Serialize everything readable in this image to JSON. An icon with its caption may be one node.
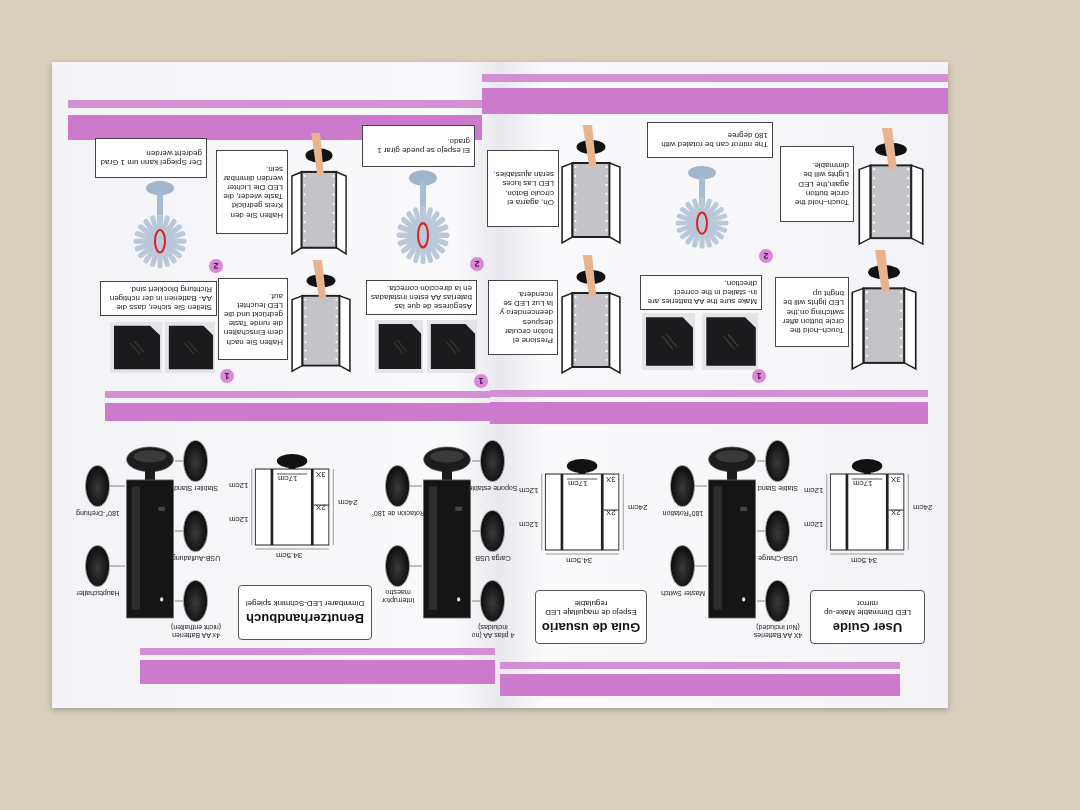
{
  "diagram": {
    "nodes": [
      {
        "text": [
          "Benutzerhandbuch",
          "Dimmbarer LED-Schmink spiegel"
        ]
      },
      {
        "text": [],
        "shape": "picture"
      },
      {
        "text": [],
        "shape": "picture",
        "beside": [
          "Stabiler Stand"
        ]
      },
      {
        "text": [],
        "shape": "picture",
        "beside": [
          "180°-Drehung"
        ]
      },
      {
        "text": [],
        "shape": "picture",
        "beside": [
          "USB-Aufladung"
        ]
      },
      {
        "text": [],
        "shape": "picture",
        "beside": [
          "Hauptschalter"
        ]
      },
      {
        "text": [],
        "shape": "picture",
        "beside": [
          "4x AA Batterien (nicht enthalten)"
        ]
      },
      {
        "text": [
          "1"
        ]
      },
      {
        "text": [
          "Stellen Sie sicher, dass die AA- Batterien in der richtigen Richtung blockiert sind."
        ]
      },
      {
        "text": [
          "2"
        ]
      },
      {
        "text": [
          "Der Spiegel kann um 1 Grad gedreht werden"
        ]
      },
      {
        "text": [
          "Halten Sie nach dem Einschalten die runde Taste gedrückt und die LED leuchtet auf."
        ]
      },
      {
        "text": [
          "Halten Sie den Kreis gedrückt Taste wieder, die LED Die Lichter werden dimmbar sein."
        ]
      },
      {
        "text": [
          "Guía de usuario",
          "Espejo de maquillaje LED regulable"
        ]
      },
      {
        "text": [],
        "shape": "picture"
      },
      {
        "text": [],
        "shape": "picture",
        "beside": [
          "Soporte estable"
        ]
      },
      {
        "text": [],
        "shape": "picture",
        "beside": [
          "Rotación de 180°"
        ]
      },
      {
        "text": [],
        "shape": "picture",
        "beside": [
          "Carga USB"
        ]
      },
      {
        "text": [],
        "shape": "picture",
        "beside": [
          "Interruptor maestro"
        ]
      },
      {
        "text": [],
        "shape": "picture",
        "beside": [
          "4 pilas AA (no incluidas)"
        ]
      },
      {
        "text": [
          "1"
        ]
      },
      {
        "text": [
          "Asegúrese de que las baterías AA estén instaladas en la dirección correcta."
        ]
      },
      {
        "text": [
          "2"
        ]
      },
      {
        "text": [
          "El espejo se puede girar 1 grado."
        ]
      },
      {
        "text": [
          "Presione el botón circular después deencendero y la Luz LED se ncenderá."
        ]
      },
      {
        "text": [
          "Oh, agarra el círculo Botón, LED Las luces serán ajustables."
        ]
      },
      {
        "text": [
          "User Guide",
          "LED Dimmable Make-up mirror"
        ]
      },
      {
        "text": [],
        "shape": "picture"
      },
      {
        "text": [],
        "shape": "picture",
        "beside": [
          "Stable Stand"
        ]
      },
      {
        "text": [],
        "shape": "picture",
        "beside": [
          "180°Rotation"
        ]
      },
      {
        "text": [],
        "shape": "picture",
        "beside": [
          "USB-Charge"
        ]
      },
      {
        "text": [],
        "shape": "picture",
        "beside": [
          "Master Switch"
        ]
      },
      {
        "text": [],
        "shape": "picture",
        "beside": [
          "4X AA Batteries (Not included)"
        ]
      },
      {
        "text": [
          "1"
        ]
      },
      {
        "text": [
          "Make sure the AA batteries are in- stalled in the correct direction."
        ]
      },
      {
        "text": [
          "2"
        ]
      },
      {
        "text": [
          "The mirror can be rotated with 180 degree"
        ]
      },
      {
        "text": [
          "Touch–hold the circle button after switching on,the LED lights will be bright up"
        ]
      },
      {
        "text": [
          "Touch–hold the circle button again,the LED Lights will be dimmable."
        ]
      }
    ],
    "edges": [
      {
        "from": 2,
        "to": 1,
        "arrow": "none"
      },
      {
        "from": 3,
        "to": 1,
        "arrow": "none"
      },
      {
        "from": 4,
        "to": 1,
        "arrow": "none"
      },
      {
        "from": 5,
        "to": 1,
        "arrow": "none"
      },
      {
        "from": 6,
        "to": 1,
        "arrow": "none"
      },
      {
        "from": 15,
        "to": 14,
        "arrow": "none"
      },
      {
        "from": 16,
        "to": 14,
        "arrow": "none"
      },
      {
        "from": 17,
        "to": 14,
        "arrow": "none"
      },
      {
        "from": 18,
        "to": 14,
        "arrow": "none"
      },
      {
        "from": 19,
        "to": 14,
        "arrow": "none"
      },
      {
        "from": 28,
        "to": 27,
        "arrow": "none"
      },
      {
        "from": 29,
        "to": 27,
        "arrow": "none"
      },
      {
        "from": 30,
        "to": 27,
        "arrow": "none"
      },
      {
        "from": 31,
        "to": 27,
        "arrow": "none"
      },
      {
        "from": 32,
        "to": 27,
        "arrow": "none"
      }
    ],
    "labels": [
      "17cm",
      "3X",
      "2X",
      "12cm",
      "12cm",
      "24cm",
      "34.5cm",
      "17cm",
      "3X",
      "2X",
      "12cm",
      "12cm",
      "24cm",
      "34.5cm",
      "17cm",
      "3X",
      "2X",
      "12cm",
      "12cm",
      "24cm",
      "34.5cm"
    ]
  }
}
